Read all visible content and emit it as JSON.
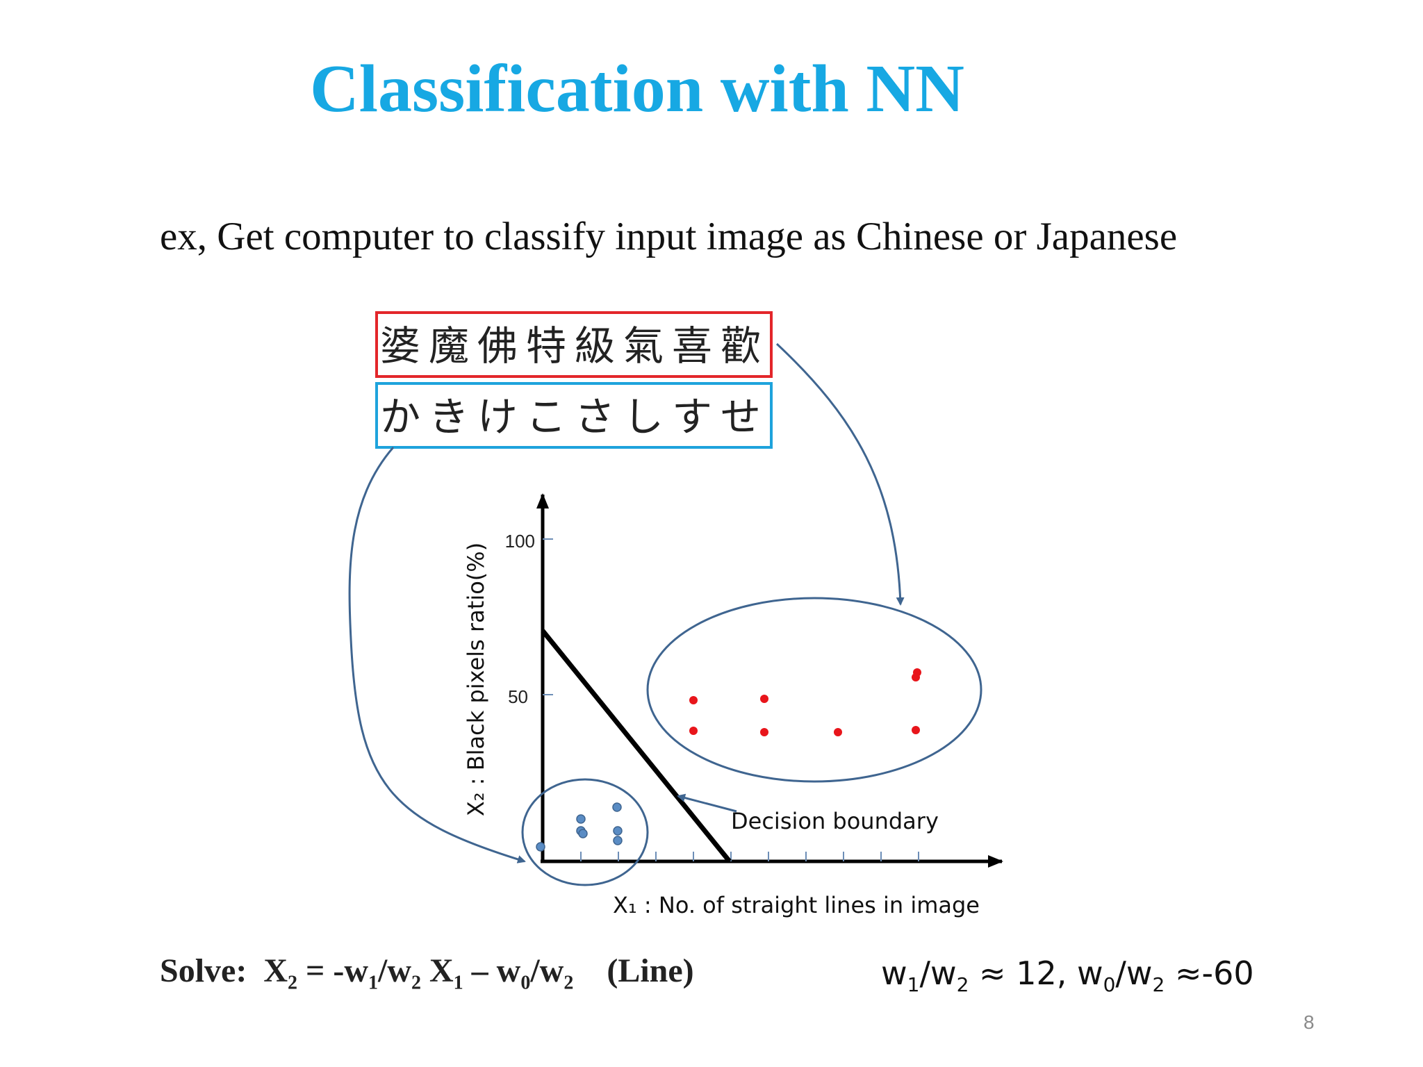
{
  "slide": {
    "title": "Classification with NN",
    "subtitle": "ex, Get computer to classify input image as Chinese or Japanese",
    "page_number": "8"
  },
  "samples": {
    "chinese_chars": [
      "婆",
      "魔",
      "佛",
      "特",
      "級",
      "氣",
      "喜",
      "歡"
    ],
    "japanese_chars": [
      "か",
      "き",
      "け",
      "こ",
      "さ",
      "し",
      "す",
      "せ"
    ],
    "chinese_border_color": "#e3262a",
    "japanese_border_color": "#1ea3dc"
  },
  "plot": {
    "y_axis_label": "X₂ : Black pixels ratio(%)",
    "x_axis_label": "X₁ : No. of straight lines in image",
    "y_ticks": [
      "100",
      "50"
    ],
    "boundary_label": "Decision boundary",
    "chinese_point_color": "#e8151b",
    "japanese_point_color": "#5a8cc4",
    "arrow_color": "#3f6590"
  },
  "formula": {
    "solve_prefix": "Solve:",
    "equation": {
      "lhs": "X",
      "lhs_sub": "2",
      "eq": " = -w",
      "a_sub": "1",
      "slash1": "/w",
      "b_sub": "2",
      "x": " X",
      "x_sub": "1",
      "minus": " – w",
      "c_sub": "0",
      "slash2": "/w",
      "d_sub": "2"
    },
    "suffix": "(Line)",
    "ratio": {
      "w": "w",
      "w1_sub": "1",
      "slash": "/w",
      "w2_sub": "2",
      "approx1": " ≈ 12, w",
      "w0_sub": "0",
      "slash2": "/w",
      "w2b_sub": "2",
      "approx2": " ≈-60"
    }
  }
}
